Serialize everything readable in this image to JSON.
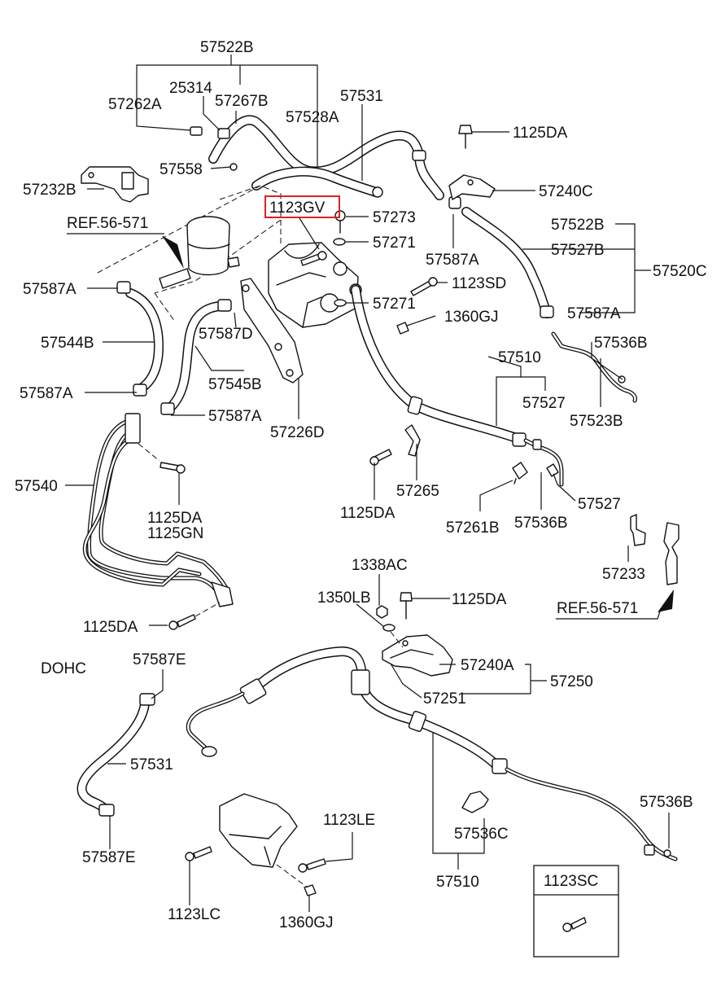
{
  "labels": {
    "p57522B_top": "57522B",
    "p25314": "25314",
    "p57262A": "57262A",
    "p57267B": "57267B",
    "p57531_top": "57531",
    "p57528A": "57528A",
    "p1125DA_tr": "1125DA",
    "p57558": "57558",
    "p57232B": "57232B",
    "p57240C": "57240C",
    "p1123GV": "1123GV",
    "p57273": "57273",
    "p57271_a": "57271",
    "p57522B_r": "57522B",
    "p57527B": "57527B",
    "p57520C": "57520C",
    "pREF_top": "REF.56-571",
    "p57587A_r1": "57587A",
    "p1123SD": "1123SD",
    "p57587A_l1": "57587A",
    "p57271_b": "57271",
    "p57587A_r2": "57587A",
    "p1360GJ_top": "1360GJ",
    "p57587D": "57587D",
    "p57536B_r": "57536B",
    "p57544B": "57544B",
    "p57510_top": "57510",
    "p57545B": "57545B",
    "p57527_a": "57527",
    "p57587A_l2": "57587A",
    "p57523B": "57523B",
    "p57587A_m": "57587A",
    "p57226D": "57226D",
    "p57540": "57540",
    "p57265": "57265",
    "p1125DA_mid": "1125DA",
    "p57527_b": "57527",
    "p1125DA_l": "1125DA",
    "p1125GN": "1125GN",
    "p57261B": "57261B",
    "p57536B_m": "57536B",
    "p57233": "57233",
    "p1338AC": "1338AC",
    "p1350LB": "1350LB",
    "p1125DA_c": "1125DA",
    "pREF_bot": "REF.56-571",
    "p1125DA_bl": "1125DA",
    "pDOHC": "DOHC",
    "p57587E_top": "57587E",
    "p57240A": "57240A",
    "p57250": "57250",
    "p57251": "57251",
    "p57531_bot": "57531",
    "p57536B_br": "57536B",
    "p1123LE": "1123LE",
    "p57536C": "57536C",
    "p57587E_bot": "57587E",
    "p57510_bot": "57510",
    "p1123SC": "1123SC",
    "p1123LC": "1123LC",
    "p1360GJ_bot": "1360GJ"
  },
  "highlight": {
    "part": "1123GV",
    "color": "#e02020"
  },
  "icons": [
    "hose",
    "pipe",
    "clamp",
    "bolt",
    "washer",
    "reservoir",
    "bracket",
    "arrow"
  ]
}
